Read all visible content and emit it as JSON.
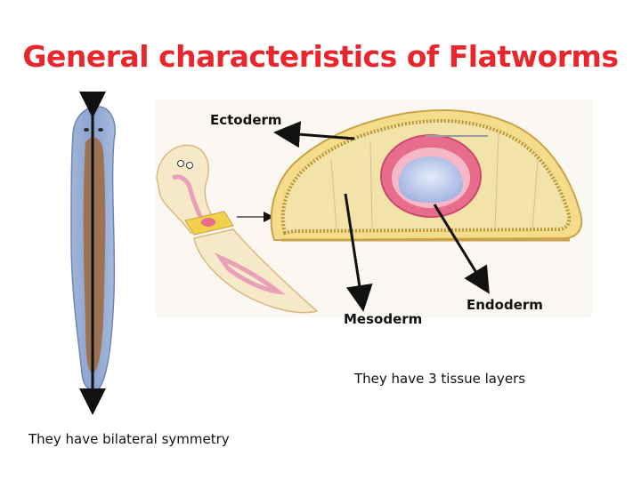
{
  "slide": {
    "title": "General characteristics of Flatworms",
    "labels": {
      "ectoderm": "Ectoderm",
      "mesoderm": "Mesoderm",
      "endoderm": "Endoderm"
    },
    "captions": {
      "tissue_layers": "They have 3 tissue layers",
      "bilateral_symmetry": "They have bilateral symmetry"
    }
  },
  "colors": {
    "title": "#e8262b",
    "arrow": "#111111",
    "ectoderm_fill": "#f4dc8a",
    "body_outline": "#c9a24a",
    "gut_lining": "#e86c8c",
    "gut_cavity": "#b8c6ea"
  },
  "icons": [
    "flatworm-illustration",
    "flatworm-cut-illustration",
    "cross-section-illustration"
  ]
}
